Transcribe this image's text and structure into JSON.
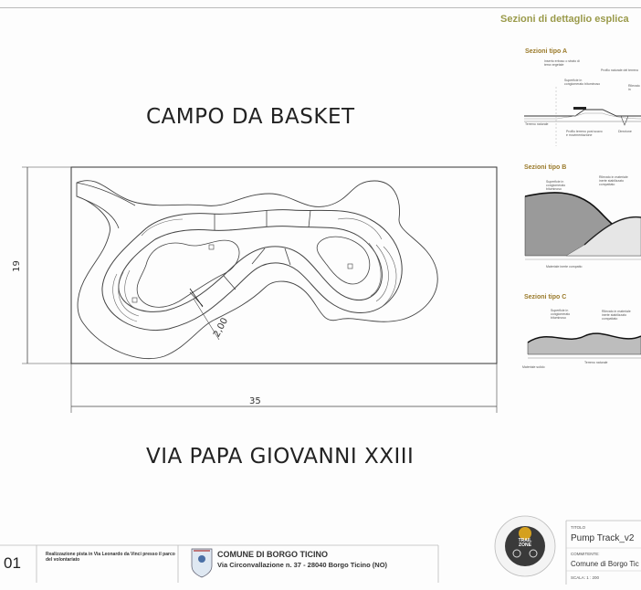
{
  "header": {
    "detail_title": "Sezioni di dettaglio esplica"
  },
  "plan": {
    "top_label": "CAMPO DA BASKET",
    "bottom_label": "VIA PAPA GIOVANNI XXIII",
    "width_dimension": "35",
    "height_dimension": "19",
    "track_width_dimension": "2,00"
  },
  "sections": {
    "a": {
      "title": "Sezioni tipo A",
      "notes": [
        "Inserto erboso o strato di terra vegetale",
        "Superficie in conglomerato bituminoso",
        "Profilo naturale del terreno",
        "Rilevato in",
        "Terreno naturale",
        "Profilo terreno post scavo e movimentazione",
        "Direzione"
      ]
    },
    "b": {
      "title": "Sezioni tipo B",
      "notes": [
        "Superficie in conglomerato bituminoso",
        "Rilevato in materiale inerte stabilizzato compattato",
        "Materiale inerte compatto"
      ]
    },
    "c": {
      "title": "Sezioni tipo C",
      "notes": [
        "Superficie in conglomerato bituminoso",
        "Rilevato in materiale inerte stabilizzato compattato",
        "Materiale solido",
        "Terreno naturale"
      ]
    }
  },
  "title_block": {
    "sheet_number": "01",
    "project_description": "Realizzazione pista in Via Leonardo da Vinci presso il parco del volontariato",
    "comune_name": "COMUNE DI BORGO TICINO",
    "comune_address": "Via Circonvallazione n. 37 - 28040 Borgo Ticino (NO)",
    "logo_text": "TRAIL ZONE",
    "titolo_label": "TITOLO",
    "titolo_value": "Pump Track_v2",
    "committente_label": "COMMITENTE:",
    "committente_value": "Comune di Borgo Tic",
    "scala_label": "SCALA: 1 : 200"
  }
}
